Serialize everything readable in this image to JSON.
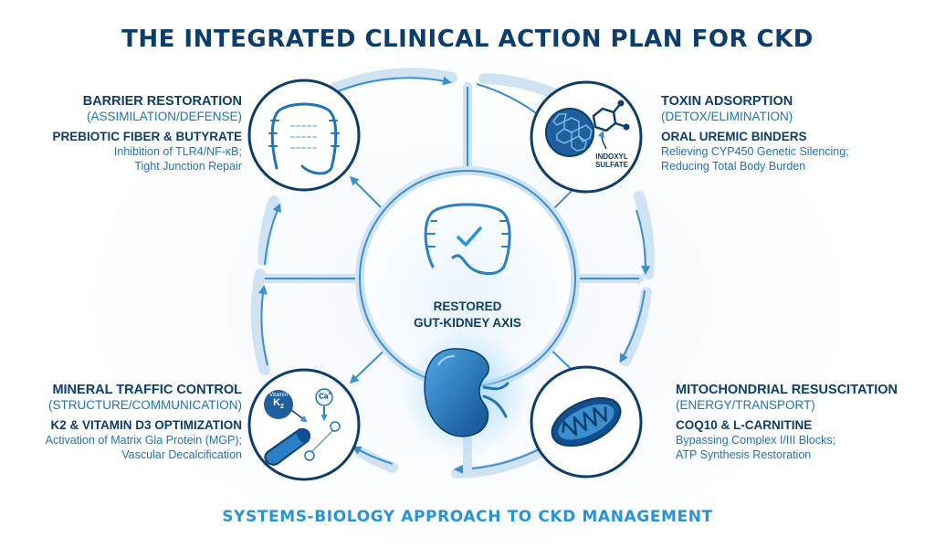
{
  "title": "THE INTEGRATED CLINICAL ACTION PLAN FOR CKD",
  "footer": "SYSTEMS-BIOLOGY APPROACH TO CKD MANAGEMENT",
  "center": {
    "label_line1": "RESTORED",
    "label_line2": "GUT-KIDNEY AXIS",
    "icons": [
      "colon-check-icon",
      "kidney-icon"
    ]
  },
  "nodes": {
    "barrier": {
      "heading": "BARRIER RESTORATION",
      "subheading": "(ASSIMILATION/DEFENSE)",
      "intervention": "PREBIOTIC FIBER & BUTYRATE",
      "detail_line1": "Inhibition of TLR4/NF-κB;",
      "detail_line2": "Tight Junction Repair",
      "icon": "colon-icon"
    },
    "toxin": {
      "heading": "TOXIN ADSORPTION",
      "subheading": "(DETOX/ELIMINATION)",
      "intervention": "ORAL UREMIC BINDERS",
      "detail_line1": "Relieving CYP450 Genetic Silencing;",
      "detail_line2": "Reducing Total Body Burden",
      "icon": "binder-molecule-icon",
      "callout_line1": "INDOXYL",
      "callout_line2": "SULFATE"
    },
    "mineral": {
      "heading": "MINERAL TRAFFIC CONTROL",
      "subheading": "(STRUCTURE/COMMUNICATION)",
      "intervention": "K2 & VITAMIN D3 OPTIMIZATION",
      "detail_line1": "Activation of Matrix Gla Protein (MGP);",
      "detail_line2": "Vascular Decalcification",
      "icon": "vessel-bone-icon",
      "vitamin_label": "Vitamin",
      "vitamin_symbol": "K",
      "vitamin_sub": "2",
      "calcium_symbol": "Ca",
      "calcium_charge": "+"
    },
    "mito": {
      "heading": "MITOCHONDRIAL RESUSCITATION",
      "subheading": "(ENERGY/TRANSPORT)",
      "intervention": "COQ10 & L-CARNITINE",
      "detail_line1": "Bypassing Complex I/III Blocks;",
      "detail_line2": "ATP Synthesis Restoration",
      "icon": "mitochondria-icon"
    }
  },
  "colors": {
    "navy": "#0d3d6b",
    "accent_blue": "#2a93d8",
    "mid_blue": "#1f74b8",
    "ring_light": "#cfe3f3",
    "arrow": "#3a8fd0"
  }
}
